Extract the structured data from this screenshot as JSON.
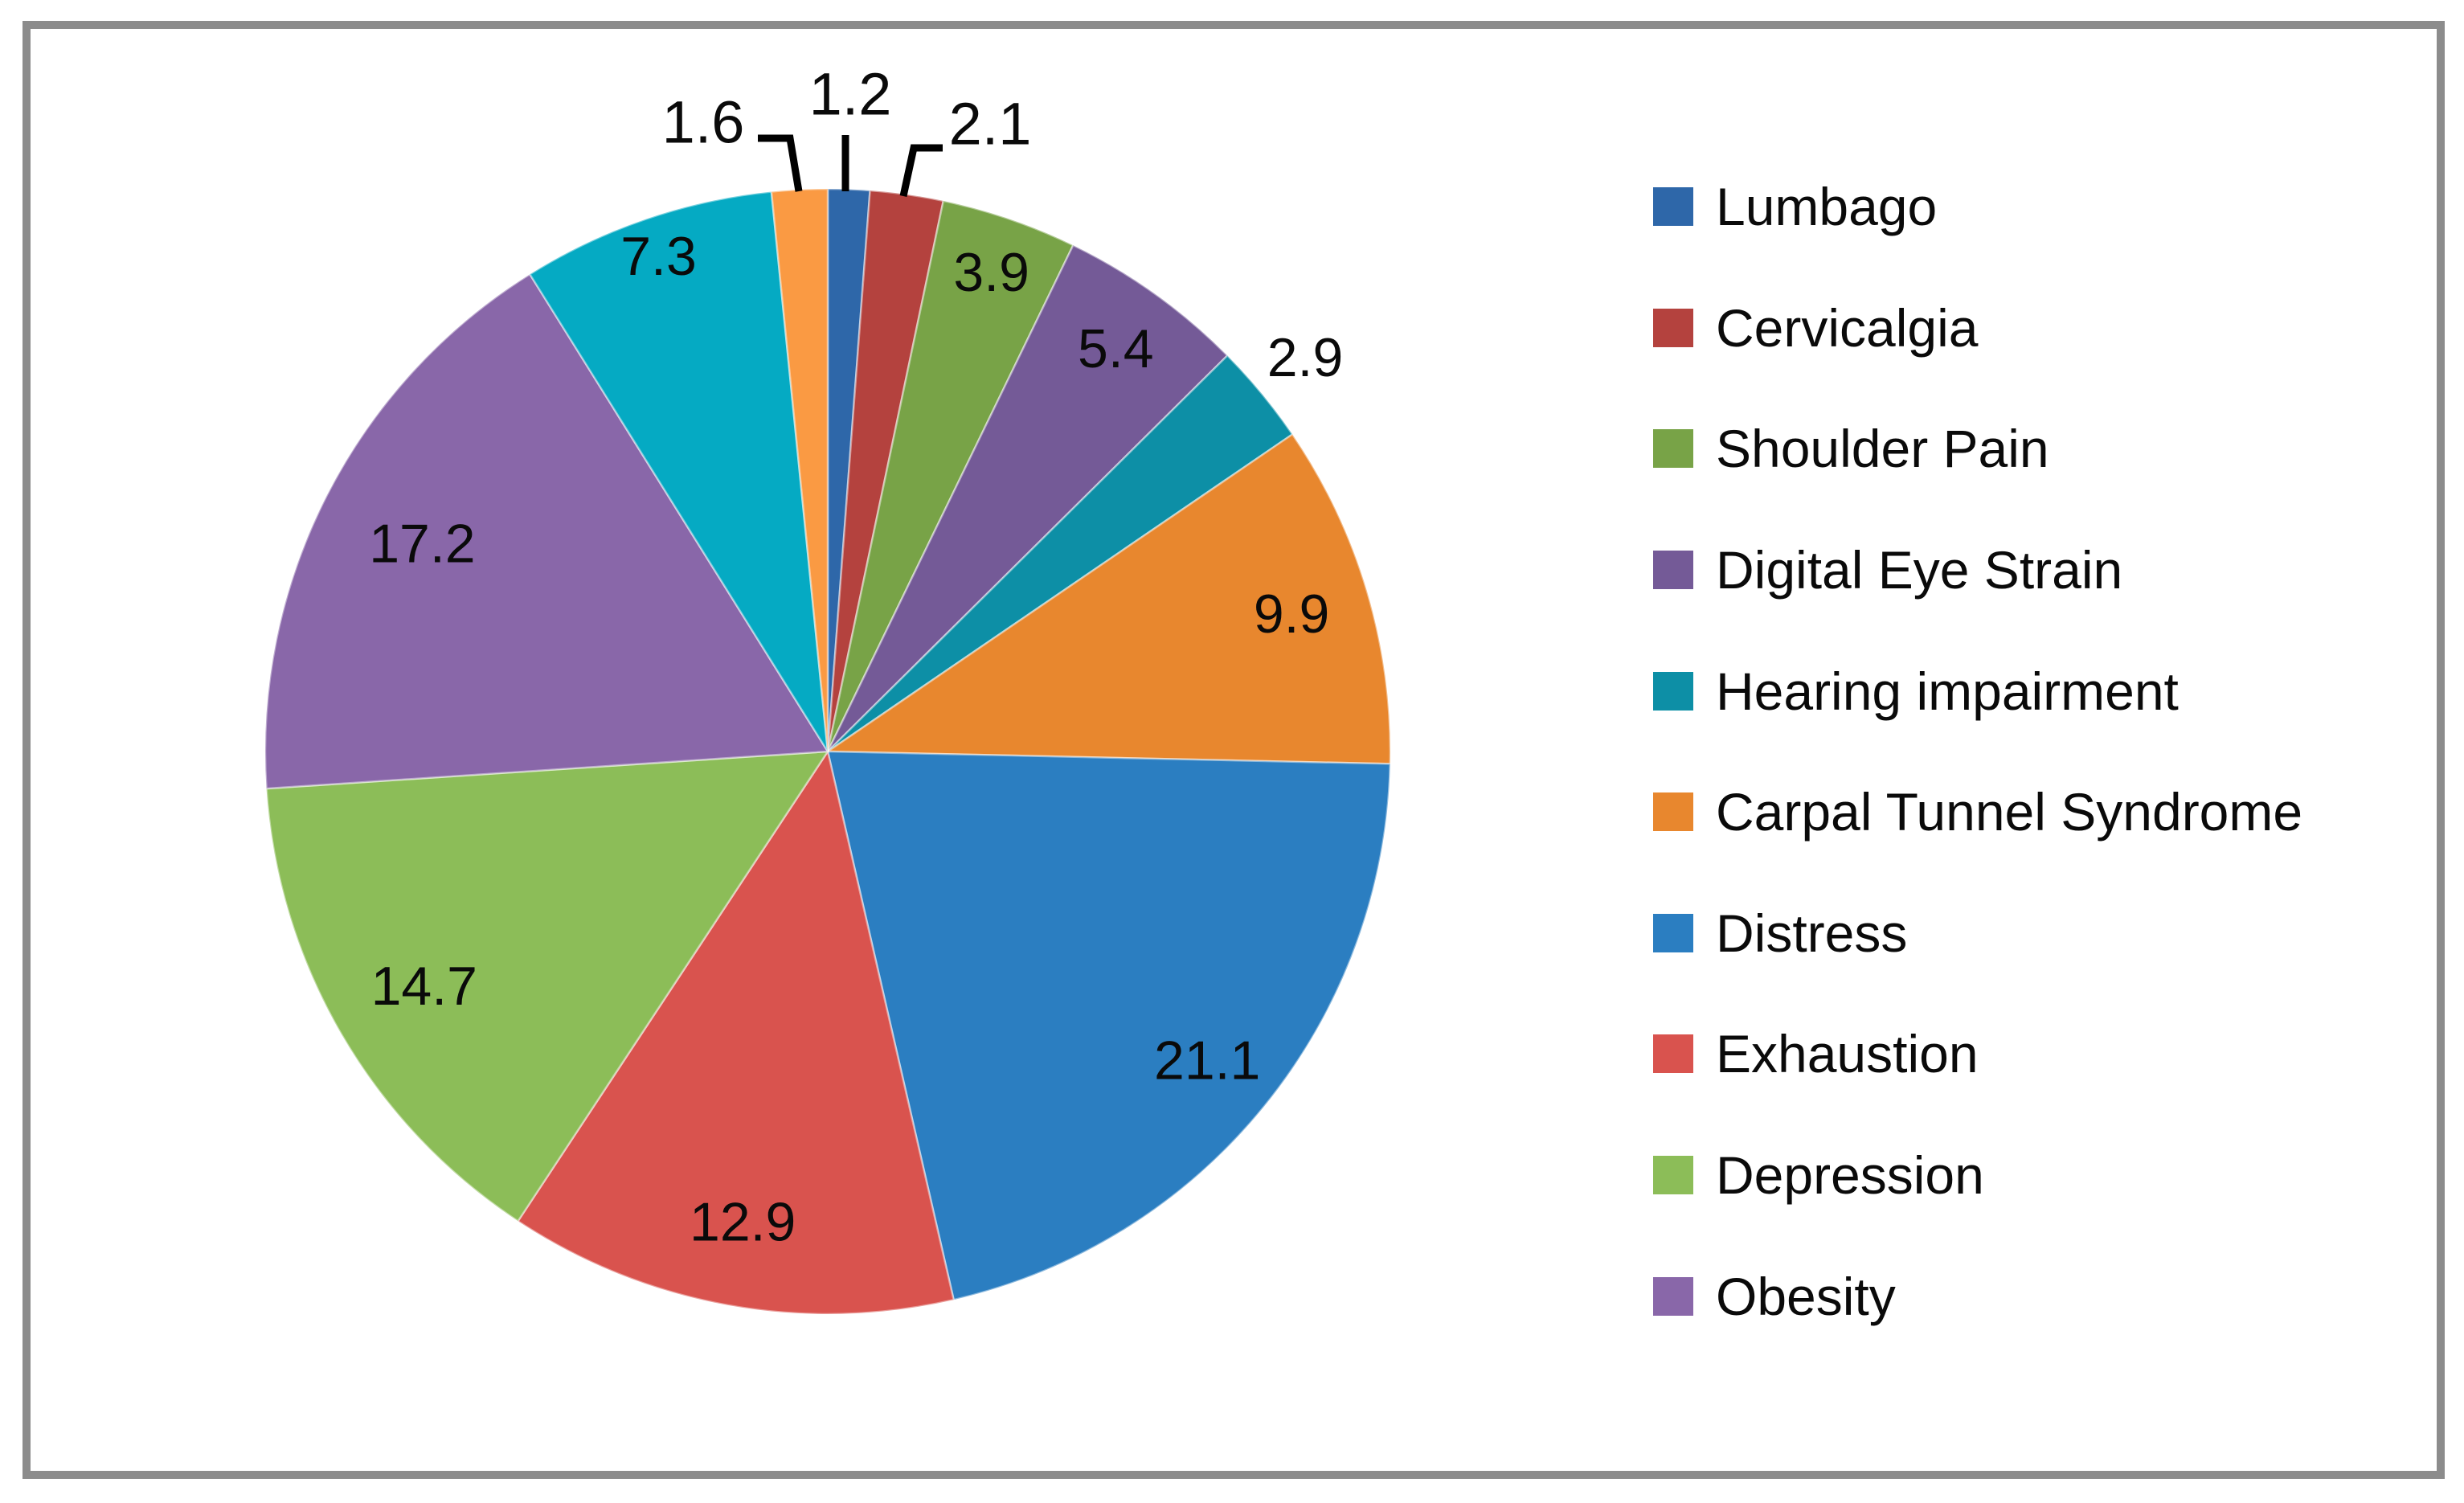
{
  "chart_data": {
    "type": "pie",
    "title": "",
    "legend_position": "right",
    "background": "#FFFFFF",
    "frame_color": "#8C8C8C",
    "label_color": "#0A0A0A",
    "series": [
      {
        "label": "Lumbago",
        "value": 1.2,
        "display_label": "1.2",
        "color": "#2E67A9",
        "in_legend": true
      },
      {
        "label": "Cervicalgia",
        "value": 2.1,
        "display_label": "2.1",
        "color": "#B4423E",
        "in_legend": true
      },
      {
        "label": "Shoulder Pain",
        "value": 3.9,
        "display_label": "3.9",
        "color": "#78A347",
        "in_legend": true
      },
      {
        "label": "Digital Eye Strain",
        "value": 5.4,
        "display_label": "5.4",
        "color": "#745A97",
        "in_legend": true
      },
      {
        "label": "Hearing impairment",
        "value": 2.9,
        "display_label": "2.9",
        "color": "#0D8FA6",
        "in_legend": true
      },
      {
        "label": "Carpal Tunnel Syndrome",
        "value": 9.9,
        "display_label": "9.9",
        "color": "#E8872E",
        "in_legend": true
      },
      {
        "label": "Distress",
        "value": 21.1,
        "display_label": "21.1",
        "color": "#2B7EC1",
        "in_legend": true
      },
      {
        "label": "Exhaustion",
        "value": 12.9,
        "display_label": "12.9",
        "color": "#D9534E",
        "in_legend": true
      },
      {
        "label": "Depression",
        "value": 14.7,
        "display_label": "14.7",
        "color": "#8CBD58",
        "in_legend": true
      },
      {
        "label": "Obesity",
        "value": 17.2,
        "display_label": "17.2",
        "color": "#8967A9",
        "in_legend": true
      },
      {
        "label": "",
        "value": 7.3,
        "display_label": "7.3",
        "color": "#05AAC3",
        "in_legend": false
      },
      {
        "label": "",
        "value": 1.6,
        "display_label": "1.6",
        "color": "#FA9A43",
        "in_legend": false
      }
    ]
  }
}
